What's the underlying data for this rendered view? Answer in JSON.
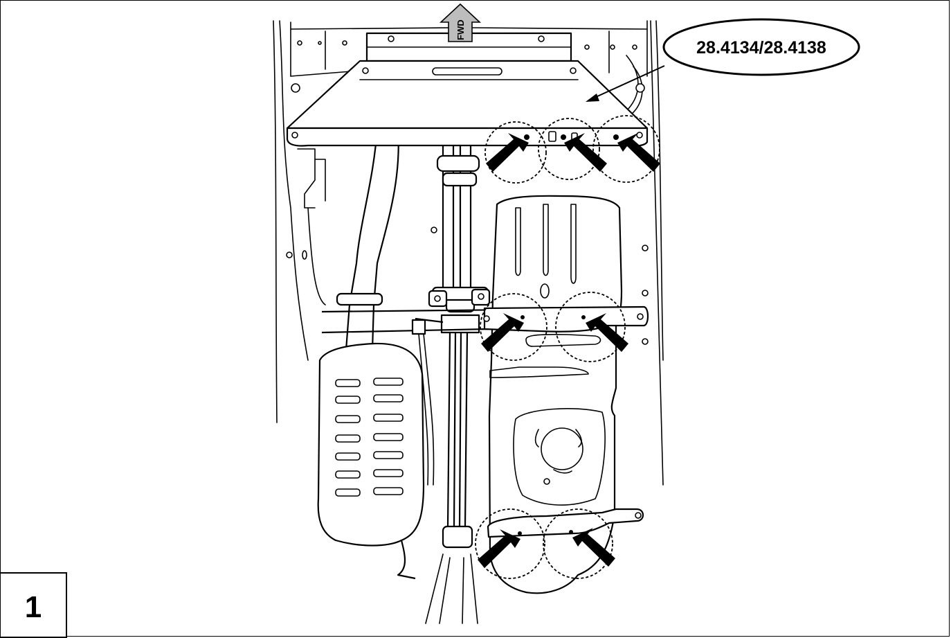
{
  "part_label": "28.4134/28.4138",
  "direction_label": "FWD",
  "step_number": "1"
}
